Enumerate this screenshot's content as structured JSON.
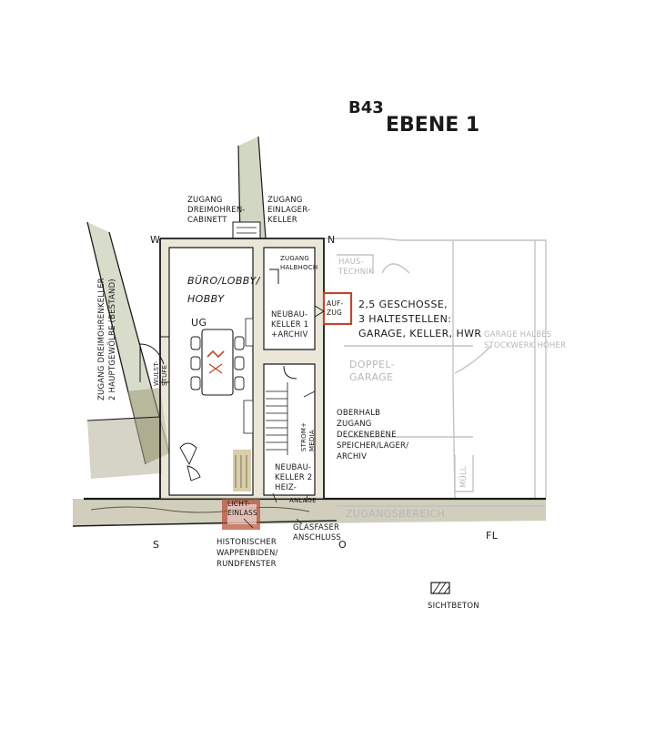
{
  "title": {
    "code": "B43",
    "level": "EBENE 1"
  },
  "compass": {
    "west": "W",
    "north": "N",
    "south": "S",
    "east": "O"
  },
  "labels": {
    "access_dreimohren_cabinet": [
      "ZUGANG",
      "DREIMOHREN-",
      "CABINETT"
    ],
    "access_storage_cellar": [
      "ZUGANG",
      "EINLAGER-",
      "KELLER"
    ],
    "access_half_height": [
      "ZUGANG",
      "HALBHOCH"
    ],
    "house_tech": [
      "HAUS-",
      "TECHNIK"
    ],
    "office_room": [
      "BÜRO/LOBBY/",
      "HOBBY"
    ],
    "room_ug": "UG",
    "new_cellar_1": [
      "NEUBAU-",
      "KELLER 1",
      "+ARCHIV"
    ],
    "elevator": [
      "AUF-",
      "ZUG"
    ],
    "elevator_note": [
      "2,5 GESCHOSSE,",
      "3 HALTESTELLEN:",
      "GARAGE, KELLER, HWR"
    ],
    "garage_note": [
      "GARAGE HALBES",
      "STOCKWERK HÖHER"
    ],
    "double_garage": [
      "DOPPEL-",
      "GARAGE"
    ],
    "access_cellar_vertical": [
      "ZUGANG DREIMOHRENKELLER",
      "2 HAUPTGEWÖLBE (BESTAND)"
    ],
    "bulge_step": [
      "WULST-",
      "STUFE"
    ],
    "above_access": [
      "OBERHALB",
      "ZUGANG",
      "DECKENEBENE",
      "SPEICHER/LAGER/",
      "ARCHIV"
    ],
    "power_media": [
      "STROM+",
      "MEDIA"
    ],
    "new_cellar_2": [
      "NEUBAU-",
      "KELLER 2",
      "HEIZ-"
    ],
    "installation": "ANLAGE",
    "waste": "MÜLL",
    "access_area": "ZUGANGSBEREICH",
    "light_inlet": [
      "LICHT-",
      "EINLASS"
    ],
    "historic_window": [
      "HISTORISCHER",
      "WAPPENBIDEN/",
      "RUNDFENSTER"
    ],
    "fiber_connection": [
      "GLASFASER",
      "ANSCHLUSS"
    ],
    "signature": "FL"
  },
  "legend": {
    "label": "SICHTBETON"
  },
  "colors": {
    "ink": "#1a1a1a",
    "wall_wash": "#d9d2b8",
    "ground_wash": "#b9b49a",
    "green_wash": "#8f9a6b",
    "brick": "#b84a32",
    "faint_ink": "#bdbdbd"
  }
}
